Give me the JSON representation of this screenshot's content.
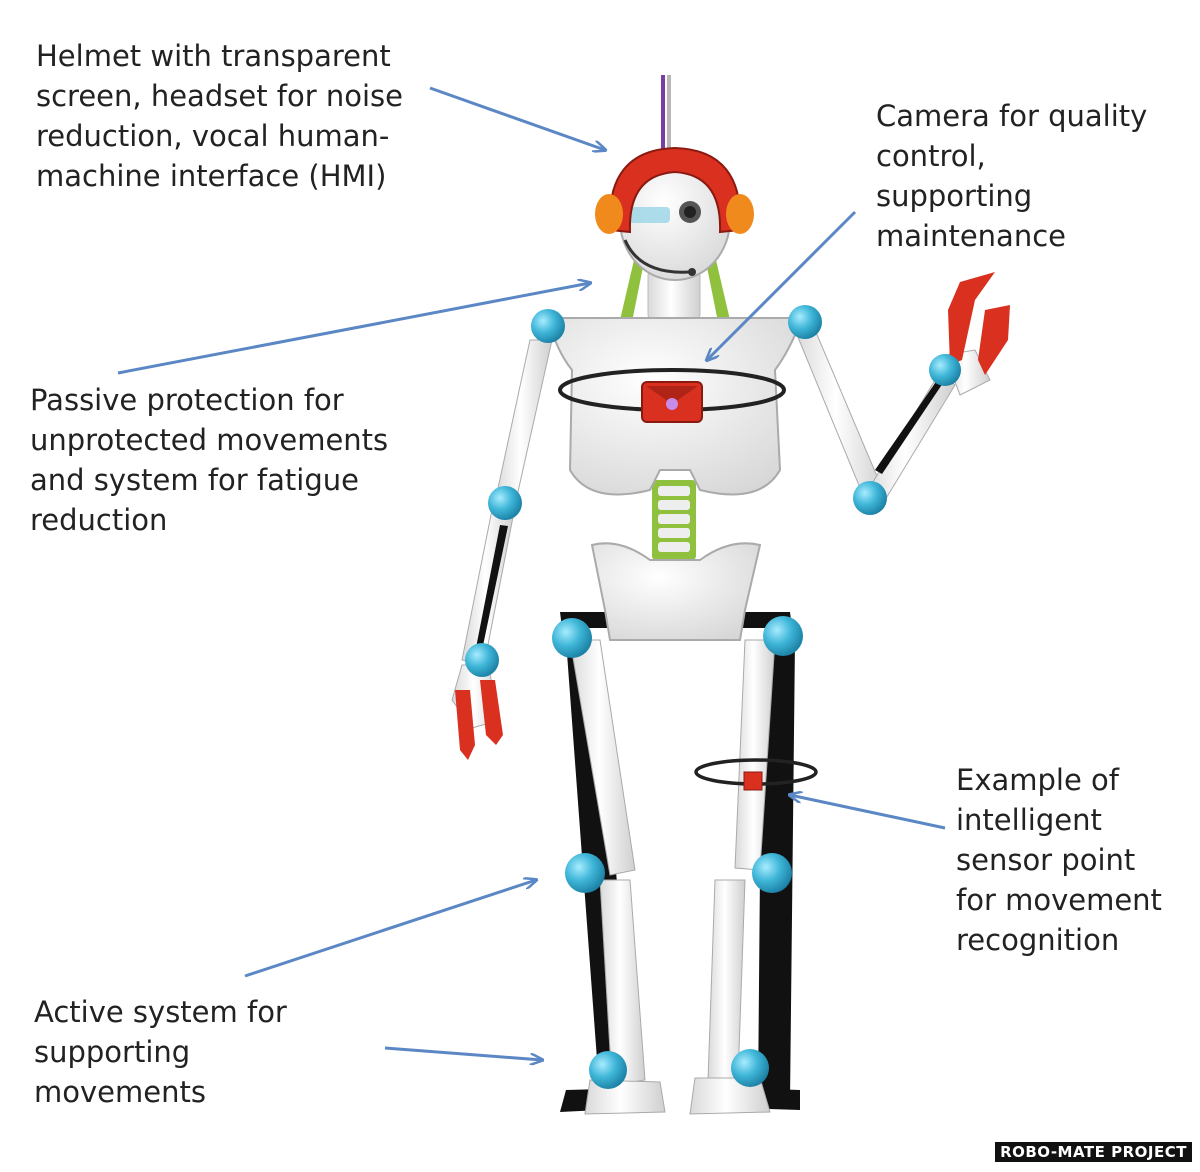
{
  "annotations": {
    "helmet": [
      "Helmet with transparent",
      "screen, headset for noise",
      "reduction, vocal human-",
      "machine interface (HMI)"
    ],
    "camera": [
      "Camera for quality",
      "control,",
      "supporting",
      "maintenance"
    ],
    "passive": [
      "Passive protection for",
      "unprotected movements",
      "and system for fatigue",
      "reduction"
    ],
    "sensor": [
      "Example of",
      "intelligent",
      "sensor point",
      "for movement",
      "recognition"
    ],
    "active": [
      "Active system for",
      "supporting",
      "movements"
    ]
  },
  "credit": "ROBO-MATE PROJECT",
  "colors": {
    "arrow": "#5b87c5",
    "joint": "#3fb6d8",
    "helmet": "#d9301f",
    "earcup": "#f08a1c",
    "frame": "#111111",
    "bone": "#f2f2f2",
    "strap": "#8fc13f",
    "cable": "#7a3ea0"
  },
  "icons": [
    "robot-exoskeleton-figure",
    "arrow-icon"
  ]
}
